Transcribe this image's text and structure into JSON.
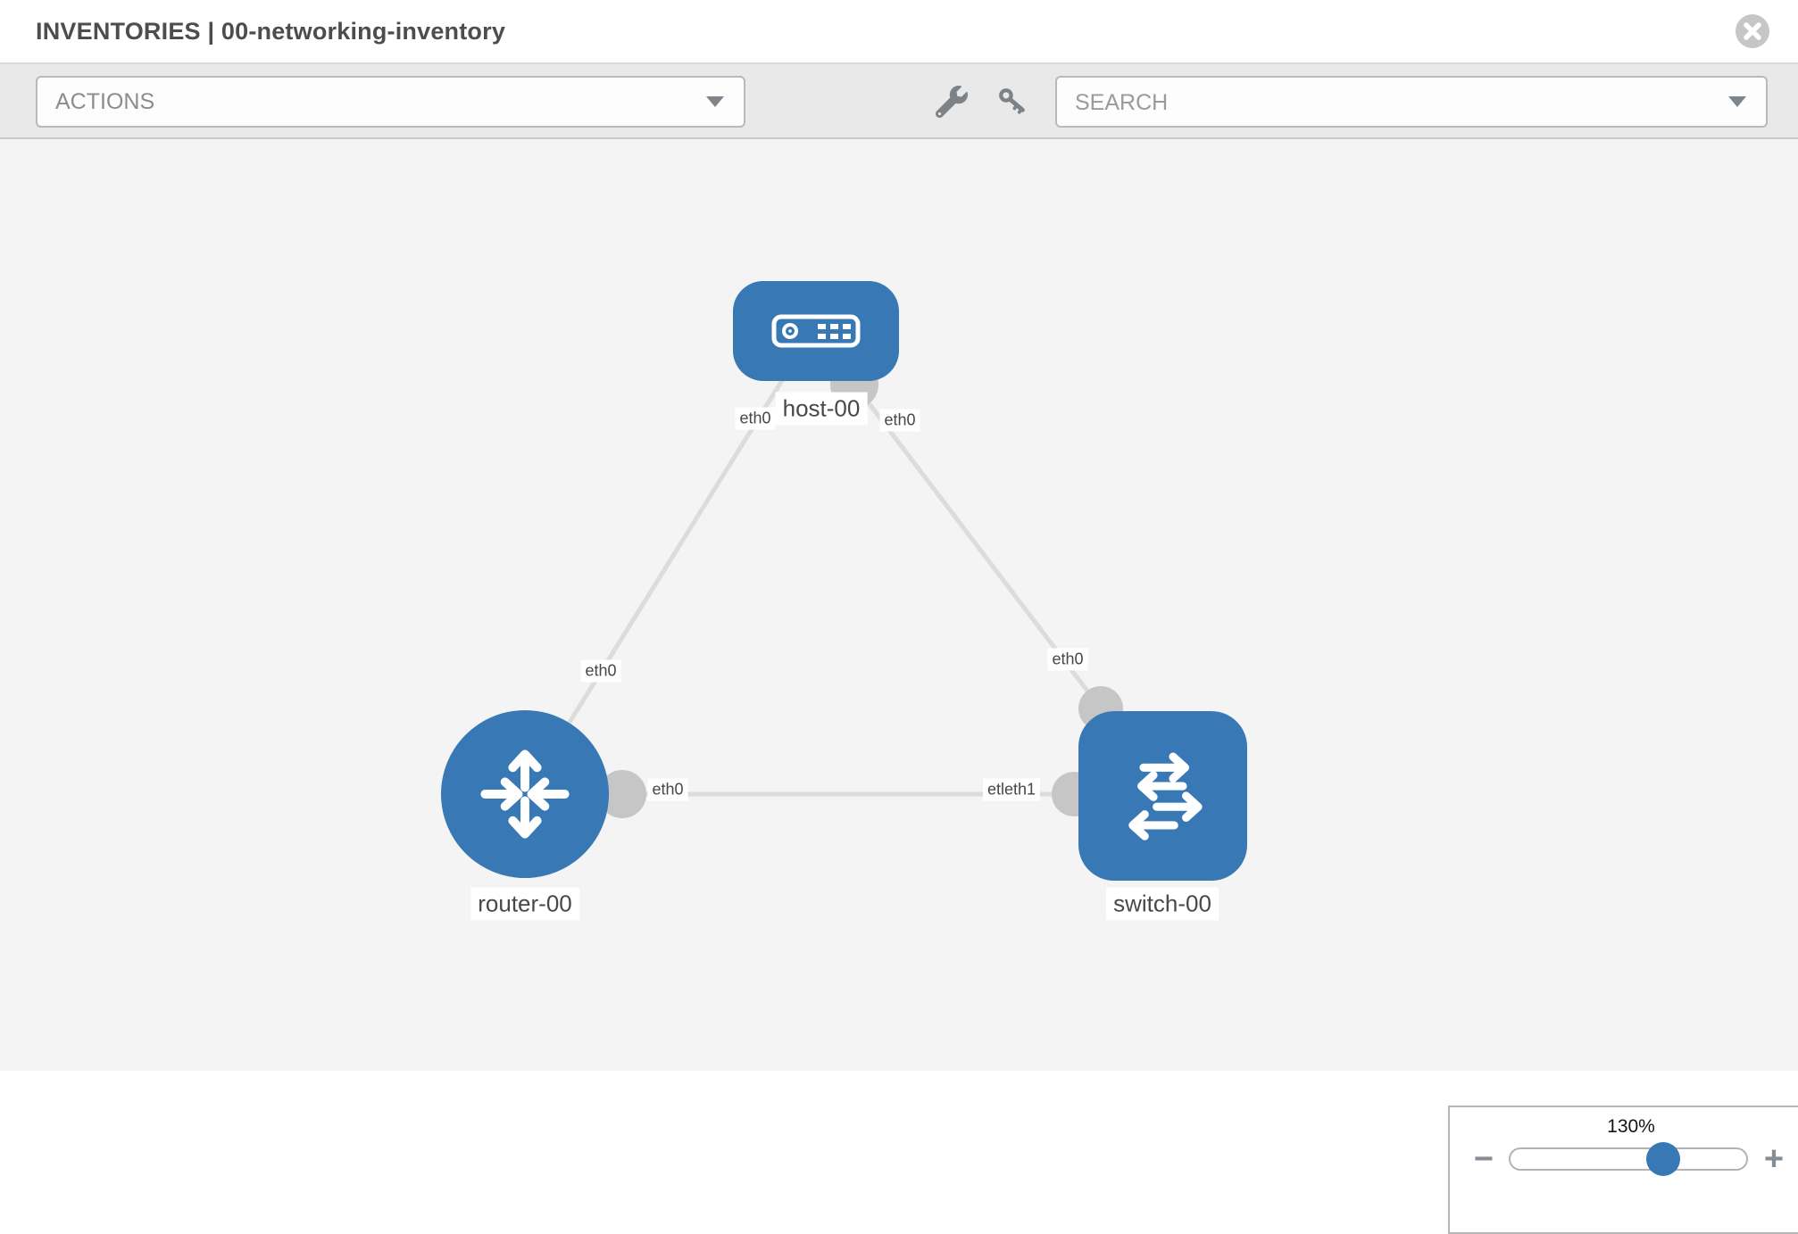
{
  "header": {
    "title": "INVENTORIES | 00-networking-inventory"
  },
  "toolbar": {
    "actions_label": "ACTIONS",
    "search_placeholder": "SEARCH",
    "icons": [
      "wrench-icon",
      "key-icon"
    ]
  },
  "icons": {
    "close": "close-icon",
    "actions_caret": "chevron-down-icon",
    "search_caret": "chevron-down-icon"
  },
  "topology": {
    "nodes": [
      {
        "label": "host-00",
        "type": "host"
      },
      {
        "label": "router-00",
        "type": "router"
      },
      {
        "label": "switch-00",
        "type": "switch"
      }
    ],
    "links": [
      {
        "from": "host-00",
        "from_iface": "eth0",
        "to": "router-00",
        "to_iface": "eth0"
      },
      {
        "from": "host-00",
        "from_iface": "eth0",
        "to": "switch-00",
        "to_iface": "eth0"
      },
      {
        "from": "router-00",
        "from_iface": "eth0",
        "to": "switch-00",
        "to_iface": "eth1"
      }
    ],
    "interface_labels": {
      "host_left": "eth0",
      "host_right": "eth0",
      "router_top": "eth0",
      "router_right": "eth0",
      "switch_top": "eth0",
      "switch_left": "etleth1"
    }
  },
  "zoom_control": {
    "level": "130%",
    "minus": "−",
    "plus": "+"
  },
  "colors": {
    "node_blue": "#3878b4",
    "edge_gray": "#dcdcdc",
    "connector_gray": "#c6c6c6",
    "toolbar_gray": "#e9e9e9",
    "canvas_gray": "#f4f4f4",
    "slider_knob_blue": "#3878b4"
  }
}
